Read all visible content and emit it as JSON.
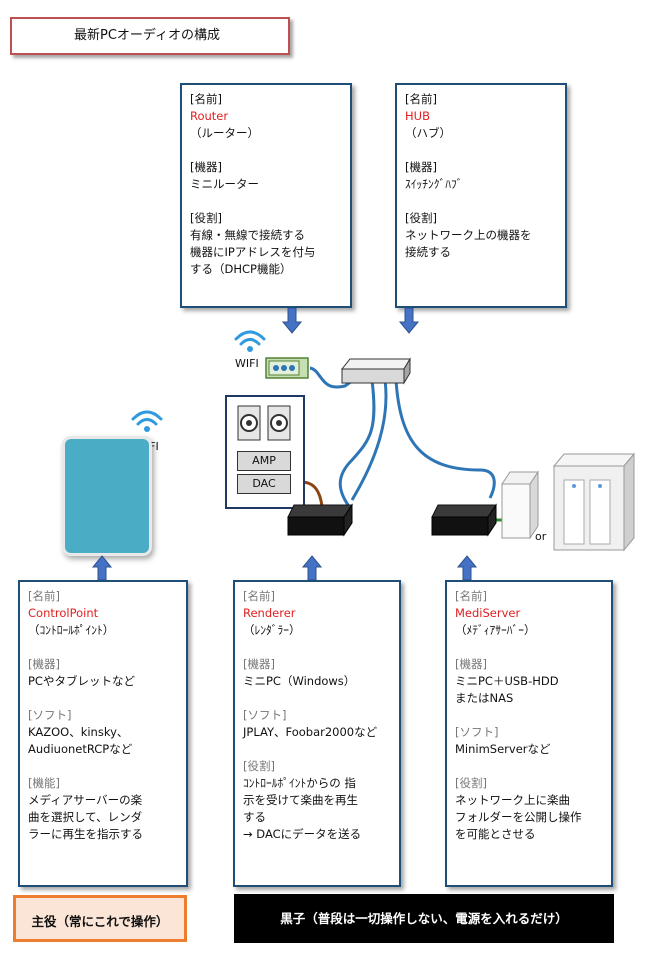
{
  "title": "最新PCオーディオの構成",
  "router": {
    "name_heading": "[名前]",
    "name": "Router",
    "name_kana": "（ルーター）",
    "device_heading": "[機器]",
    "device": "ミニルーター",
    "role_heading": "[役割]",
    "role_lines": [
      "有線・無線で接続する",
      "機器にIPアドレスを付与",
      "する（DHCP機能）"
    ]
  },
  "hub": {
    "name_heading": "[名前]",
    "name": "HUB",
    "name_kana": "（ハブ）",
    "device_heading": "[機器]",
    "device": "ｽｲｯﾁﾝｸﾞﾊﾌﾞ",
    "role_heading": "[役割]",
    "role_lines": [
      "ネットワーク上の機器を",
      "接続する"
    ]
  },
  "controlpoint": {
    "name_heading": "[名前]",
    "name": "ControlPoint",
    "name_kana": "（ｺﾝﾄﾛｰﾙﾎﾟｲﾝﾄ）",
    "device_heading": "[機器]",
    "device": "PCやタブレットなど",
    "soft_heading": "[ソフト]",
    "soft_lines": [
      "KAZOO、kinsky、",
      "AudiuonetRCPなど"
    ],
    "func_heading": "[機能]",
    "func_lines": [
      "メディアサーバーの楽",
      "曲を選択して、レンダ",
      "ラーに再生を指示する"
    ]
  },
  "renderer": {
    "name_heading": "[名前]",
    "name": "Renderer",
    "name_kana": "（ﾚﾝﾀﾞﾗｰ）",
    "device_heading": "[機器]",
    "device": "ミニPC（Windows）",
    "soft_heading": "[ソフト]",
    "soft": "JPLAY、Foobar2000など",
    "role_heading": "[役割]",
    "role_lines": [
      "ｺﾝﾄﾛｰﾙﾎﾟｲﾝﾄからの 指",
      "示を受けて楽曲を再生",
      "する",
      "→ DACにデータを送る"
    ]
  },
  "mediaserver": {
    "name_heading": "[名前]",
    "name": "MediServer",
    "name_kana": "（ﾒﾃﾞｨｱｻｰﾊﾞｰ）",
    "device_heading": "[機器]",
    "device_lines": [
      "ミニPC＋USB-HDD",
      "またはNAS"
    ],
    "soft_heading": "[ソフト]",
    "soft": "MinimServerなど",
    "role_heading": "[役割]",
    "role_lines": [
      "ネットワーク上に楽曲",
      "フォルダーを公開し操作",
      "を可能とさせる"
    ]
  },
  "devices": {
    "wifi_label_router": "WIFI",
    "wifi_label_tablet": "WIFI",
    "amp_label": "AMP",
    "dac_label": "DAC",
    "or_label": "or"
  },
  "main_role": "主役（常にこれで操作）",
  "kuroko": "黒子（普段は一切操作しない、電源を入れるだけ）",
  "colors": {
    "box_border": "#1f4e79",
    "arrow": "#4472c4",
    "cable": "#2e75b6",
    "name_red": "#e02020",
    "main_role_border": "#ed7d31"
  }
}
